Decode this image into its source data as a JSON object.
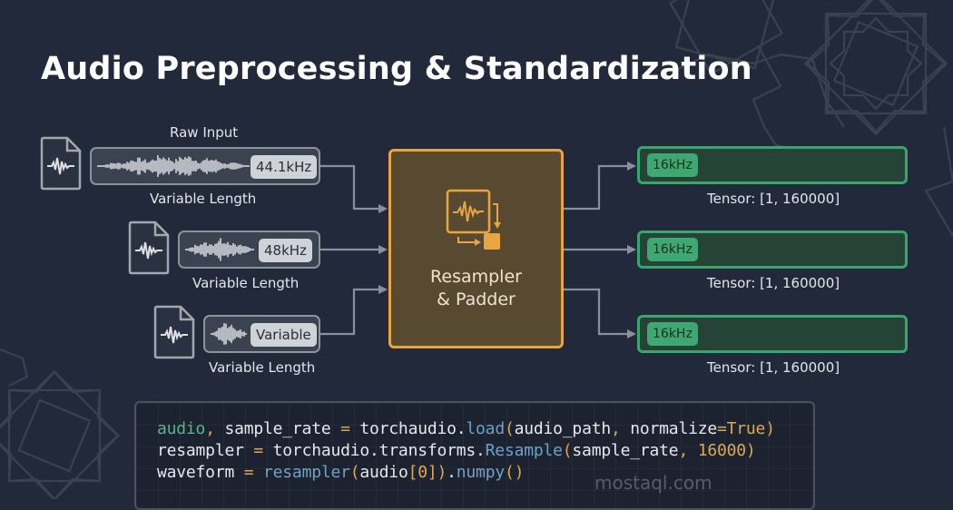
{
  "title": "Audio Preprocessing & Standardization",
  "inputs": {
    "header_label": "Raw Input",
    "items": [
      {
        "badge": "44.1kHz",
        "caption": "Variable Length",
        "icon": "audio-file-icon"
      },
      {
        "badge": "48kHz",
        "caption": "Variable Length",
        "icon": "audio-file-icon"
      },
      {
        "badge": "Variable",
        "caption": "Variable Length",
        "icon": "audio-file-icon"
      }
    ]
  },
  "processor": {
    "line1": "Resampler",
    "line2": "& Padder",
    "icon": "resample-pad-icon"
  },
  "outputs": {
    "items": [
      {
        "badge": "16kHz",
        "caption": "Tensor: [1, 160000]"
      },
      {
        "badge": "16kHz",
        "caption": "Tensor: [1, 160000]"
      },
      {
        "badge": "16kHz",
        "caption": "Tensor: [1, 160000]"
      }
    ]
  },
  "code": {
    "lines": [
      [
        {
          "t": "audio",
          "c": "var"
        },
        {
          "t": ",",
          "c": "punc"
        },
        {
          "t": " sample_rate ",
          "c": ""
        },
        {
          "t": "=",
          "c": "punc"
        },
        {
          "t": " torchaudio.",
          "c": ""
        },
        {
          "t": "load",
          "c": "fn"
        },
        {
          "t": "(",
          "c": "punc"
        },
        {
          "t": "audio_path",
          "c": ""
        },
        {
          "t": ",",
          "c": "punc"
        },
        {
          "t": " normalize",
          "c": ""
        },
        {
          "t": "=",
          "c": "punc"
        },
        {
          "t": "True",
          "c": "num"
        },
        {
          "t": ")",
          "c": "punc"
        }
      ],
      [
        {
          "t": "resampler ",
          "c": ""
        },
        {
          "t": "=",
          "c": "punc"
        },
        {
          "t": " torchaudio.transforms.",
          "c": ""
        },
        {
          "t": "Resample",
          "c": "fn"
        },
        {
          "t": "(",
          "c": "punc"
        },
        {
          "t": "sample_rate",
          "c": ""
        },
        {
          "t": ",",
          "c": "punc"
        },
        {
          "t": " ",
          "c": ""
        },
        {
          "t": "16000",
          "c": "num"
        },
        {
          "t": ")",
          "c": "punc"
        }
      ],
      [
        {
          "t": "waveform ",
          "c": ""
        },
        {
          "t": "=",
          "c": "punc"
        },
        {
          "t": " ",
          "c": ""
        },
        {
          "t": "resampler",
          "c": "fn"
        },
        {
          "t": "(",
          "c": "punc"
        },
        {
          "t": "audio",
          "c": ""
        },
        {
          "t": "[",
          "c": "punc"
        },
        {
          "t": "0",
          "c": "num"
        },
        {
          "t": "]",
          "c": "punc"
        },
        {
          "t": ")",
          "c": "punc"
        },
        {
          "t": ".",
          "c": ""
        },
        {
          "t": "numpy",
          "c": "fn"
        },
        {
          "t": "()",
          "c": "punc"
        }
      ]
    ]
  },
  "watermark": "mostaql.com",
  "colors": {
    "background": "#22293a",
    "processor_border": "#e7a640",
    "processor_fill": "#574a31",
    "output_border": "#3ba56e",
    "output_badge": "#3fa771",
    "input_border": "#8e939b",
    "connector": "#8a9099"
  }
}
